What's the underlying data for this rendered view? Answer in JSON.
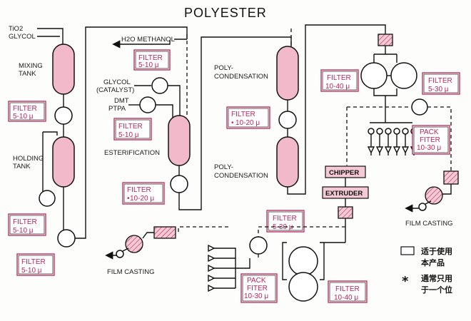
{
  "title": "POLYESTER",
  "labels": {
    "tio2": "TiO2",
    "glycol": "GLYCOL",
    "mixing_tank_1": "MIXING",
    "mixing_tank_2": "TANK",
    "holding_tank_1": "HOLDING",
    "holding_tank_2": "TANK",
    "h2o_methanol": "H2O METHANOL",
    "glycol_catalyst_1": "GLYCOL",
    "glycol_catalyst_2": "(CATALYST)",
    "dmt": "DMT",
    "ptpa": "PTPA",
    "esterification": "ESTERIFICATION",
    "polycond_1a": "POLY-",
    "polycond_1b": "CONDENSATION",
    "polycond_2a": "POLY-",
    "polycond_2b": "CONDENSATION",
    "chipper": "CHIPPER",
    "extruder": "EXTRUDER",
    "film_casting_right": "FILM CASTING",
    "film_casting_left": "FILM CASTING"
  },
  "filters": [
    {
      "id": "f1",
      "line1": "FILTER",
      "line2": "5-10 μ",
      "star": false
    },
    {
      "id": "f2",
      "line1": "FILTER",
      "line2": "5-10 μ",
      "star": false
    },
    {
      "id": "f3",
      "line1": "FILTER",
      "line2": "5-10 μ",
      "star": false
    },
    {
      "id": "f4",
      "line1": "FILTER",
      "line2": "5-10 μ",
      "star": false
    },
    {
      "id": "f5",
      "line1": "FILTER",
      "line2": "5-10 μ",
      "star": false
    },
    {
      "id": "f6",
      "line1": "FILTER",
      "line2": "10-20 μ",
      "star": true
    },
    {
      "id": "f7",
      "line1": "FILTER",
      "line2": "10-20 μ",
      "star": true
    },
    {
      "id": "f8",
      "line1": "FILTER",
      "line2": "10-40 μ",
      "star": false
    },
    {
      "id": "f9",
      "line1": "FILTER",
      "line2": "5-30 μ",
      "star": false
    },
    {
      "id": "f10",
      "line1": "PACK",
      "line2": "FITER",
      "line3": "10-30 μ",
      "star": false
    },
    {
      "id": "f11",
      "line1": "FILTER",
      "line2": "5-30 μ",
      "star": false
    },
    {
      "id": "f12",
      "line1": "PACK",
      "line2": "FITER",
      "line3": "10-30 μ",
      "star": false
    },
    {
      "id": "f13",
      "line1": "FILTER",
      "line2": "10-40 μ",
      "star": false
    }
  ],
  "legend": {
    "item1_line1": "适于使用",
    "item1_line2": "本产品",
    "item2_symbol": "*",
    "item2_line1": "通常只用",
    "item2_line2": "于一个位"
  },
  "colors": {
    "filter_border": "#c0245a",
    "vessel_fill": "#f2b9cb",
    "line": "#111111"
  }
}
